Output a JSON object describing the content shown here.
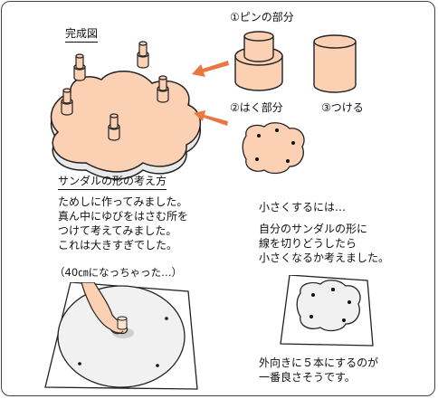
{
  "colors": {
    "skin": "#fbd0b3",
    "skin_light": "#fde4d2",
    "plate": "#f1f1f1",
    "arrow": "#ea7742",
    "outline": "#222222",
    "shadow": "#bdbdbd"
  },
  "labels": {
    "complete_view": "完成図",
    "pin_part": "①ピンの部分",
    "strap_part": "②はく部分",
    "attach": "③つける",
    "sandal_heading": "サンダルの形の考え方",
    "body_lines": [
      "ためしに作ってみました。",
      "真ん中にゆびをはさむ所を",
      "つけて考えてみました。",
      "これは大きすぎでした。"
    ],
    "size_note": "（40㎝になっちゃった…）",
    "shrink_heading": "小さくするには…",
    "shrink_lines": [
      "自分のサンダルの形に",
      "線を切りどうしたら",
      "小さくなるか考えました。"
    ],
    "conclusion_lines": [
      "外向きに５本にするのが",
      "一番良さそうです。"
    ]
  }
}
